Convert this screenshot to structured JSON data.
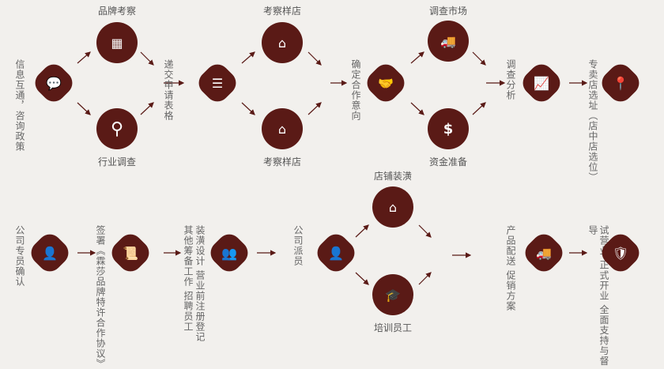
{
  "colors": {
    "node": "#5a1a16",
    "background": "#f2f0ed",
    "arrow": "#5a1a16"
  },
  "row1": {
    "start": {
      "label": "信息互通，咨询政策",
      "icon": "chat-people-icon"
    },
    "brand_survey": {
      "label": "品牌考察",
      "icon": "presentation-icon"
    },
    "industry_survey": {
      "label": "行业调查",
      "icon": "magnifier-icon"
    },
    "submit_form": {
      "label": "递交申请表格",
      "icon": "document-icon"
    },
    "visit_store_1": {
      "label": "考察样店",
      "icon": "storefront-icon"
    },
    "visit_store_2": {
      "label": "考察样店",
      "icon": "storefront-icon"
    },
    "confirm": {
      "label": "确定合作意向",
      "icon": "handshake-icon"
    },
    "market_survey": {
      "label": "调查市场",
      "icon": "truck-icon"
    },
    "funding": {
      "label": "资金准备",
      "icon": "dollar-icon"
    },
    "analysis": {
      "label": "调查分析",
      "icon": "line-chart-icon"
    },
    "site": {
      "label": "专卖店选址（店中店选位）",
      "icon": "location-pin-icon"
    }
  },
  "row2": {
    "confirm_staff": {
      "label": "公司专员确认",
      "icon": "person-icon"
    },
    "sign": {
      "label": "签署《霖莎品牌特许合作协议》",
      "icon": "scroll-icon"
    },
    "prepare": {
      "label_a": "装潢设计 营业前注册登记",
      "label_b": "其他筹备工作 招聘员工",
      "icon": "group-icon"
    },
    "dispatch": {
      "label": "公司派员",
      "icon": "person-icon"
    },
    "decoration": {
      "label": "店铺装潢",
      "icon": "storefront-icon"
    },
    "training": {
      "label": "培训员工",
      "icon": "graduation-cap-icon"
    },
    "delivery": {
      "label": "产品配送 促销方案",
      "icon": "truck-icon"
    },
    "opening": {
      "label": "试营业 正式开业 全面支持与督导",
      "icon": "certificate-icon"
    }
  }
}
